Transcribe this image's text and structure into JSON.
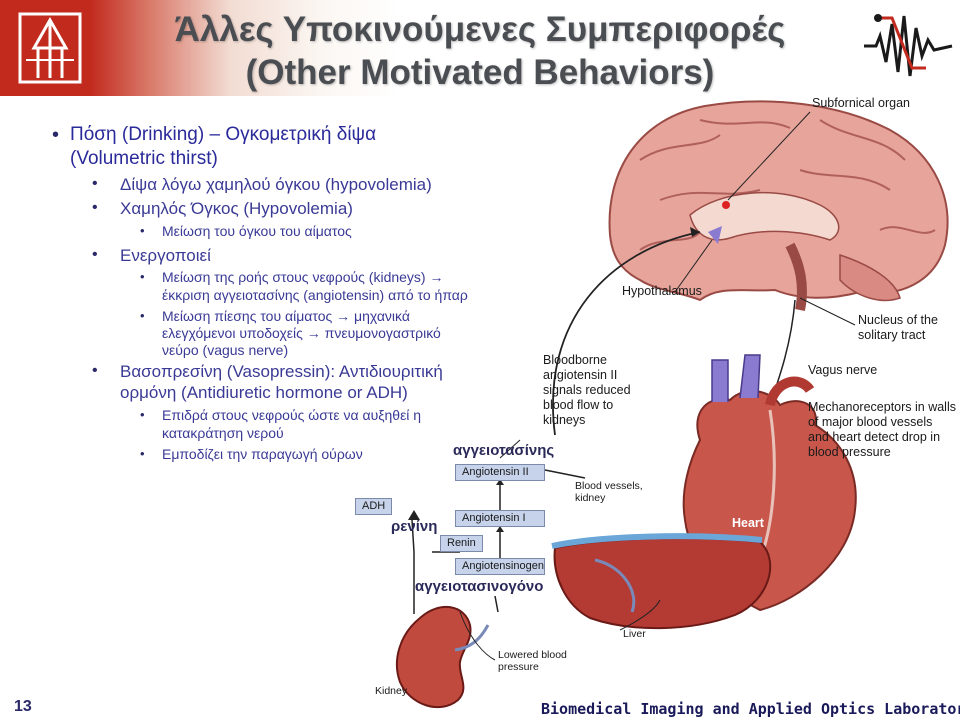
{
  "header": {
    "title_line1": "Άλλες Υποκινούμενες Συμπεριφορές",
    "title_line2": "(Other Motivated Behaviors)",
    "logo_left_icon": "university-tree-logo",
    "logo_right_icon": "signal-waveform-logo"
  },
  "bullets": {
    "b1_line1": "Πόση (Drinking) – Ογκομετρική δίψα",
    "b1_line2": "(Volumetric thirst)",
    "b2": "Δίψα λόγω χαμηλού όγκου (hypovolemia)",
    "b3": "Χαμηλός Όγκος (Hypovolemia)",
    "b3_1": "Μείωση του όγκου του αίματος",
    "b4": "Ενεργοποιεί",
    "b4_1_line1": "Μείωση της ροής στους νεφρούς (kidneys) →",
    "b4_1_line2": "έκκριση αγγειοτασίνης (angiotensin) από το ήπαρ",
    "b4_2_line1": "Μείωση πίεσης του αίματος → μηχανικά",
    "b4_2_line2": "ελεγχόμενοι υποδοχείς → πνευμονογαστρικό",
    "b4_2_line3": "νεύρο (vagus nerve)",
    "b5_line1": "Βασοπρεσίνη (Vasopressin): Αντιδιουριτική",
    "b5_line2": "ορμόνη (Antidiuretic hormone or ADH)",
    "b5_1_line1": "Επιδρά στους νεφρούς ώστε να αυξηθεί η",
    "b5_1_line2": "κατακράτηση νερού",
    "b5_2": "Εμποδίζει την παραγωγή ούρων"
  },
  "figure": {
    "subfornical": "Subfornical organ",
    "hypothalamus": "Hypothalamus",
    "nucleus_line1": "Nucleus of the",
    "nucleus_line2": "solitary tract",
    "vagus": "Vagus nerve",
    "mechano_line1": "Mechanoreceptors in walls",
    "mechano_line2": "of major blood vessels",
    "mechano_line3": "and heart detect drop in",
    "mechano_line4": "blood pressure",
    "bloodborne_line1": "Bloodborne",
    "bloodborne_line2": "angiotensin II",
    "bloodborne_line3": "signals reduced",
    "bloodborne_line4": "blood flow to",
    "bloodborne_line5": "kidneys",
    "heart": "Heart",
    "liver": "Liver",
    "kidney": "Kidney",
    "lowered_line1": "Lowered blood",
    "lowered_line2": "pressure",
    "vessels_line1": "Blood vessels,",
    "vessels_line2": "kidney",
    "adh": "ADH",
    "angiotensin2": "Angiotensin II",
    "angiotensin1": "Angiotensin I",
    "renin": "Renin",
    "angiotensinogen": "Angiotensinogen",
    "greek_angiotensin": "αγγειοτασίνης",
    "greek_renin": "ρενίνη",
    "greek_angiotensinogen": "αγγειοτασινογόνο"
  },
  "footer": {
    "slide_number": "13",
    "lab": "Biomedical Imaging and Applied Optics Laboratory"
  },
  "colors": {
    "header_red": "#c22a1e",
    "bullet_text": "#3a3a96",
    "box_fill": "#c6d3ea",
    "organ_red": "#d9534a"
  }
}
